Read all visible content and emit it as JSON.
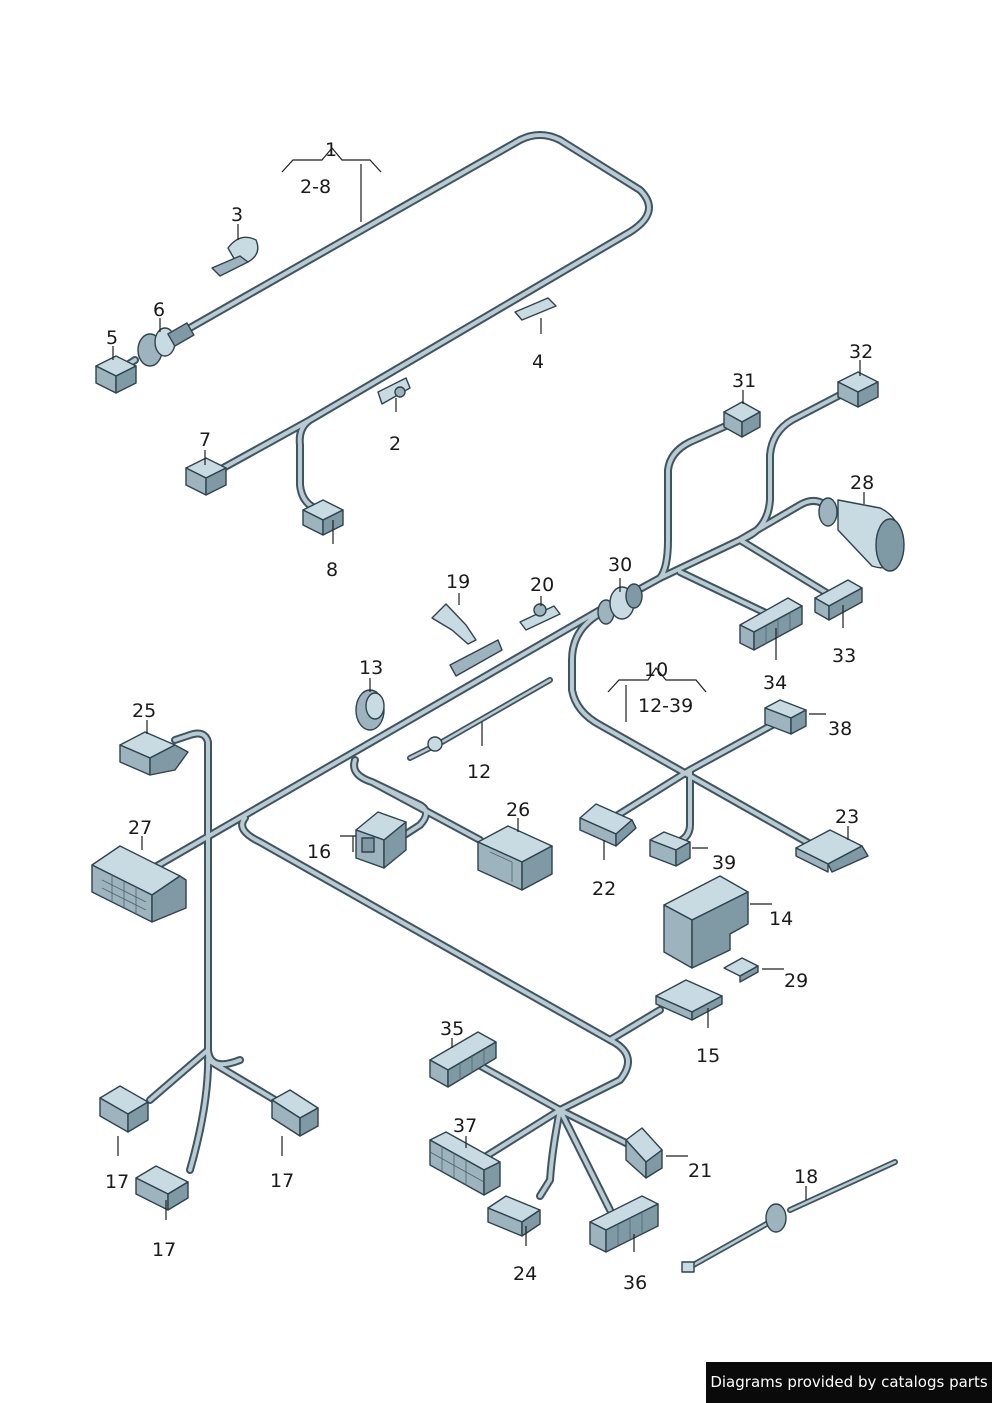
{
  "labels": {
    "l1": "1",
    "l2_8": "2-8",
    "l2": "2",
    "l3": "3",
    "l4": "4",
    "l5": "5",
    "l6": "6",
    "l7": "7",
    "l8": "8",
    "l10": "10",
    "l12_39": "12-39",
    "l12": "12",
    "l13": "13",
    "l14": "14",
    "l15": "15",
    "l16": "16",
    "l17a": "17",
    "l17b": "17",
    "l17c": "17",
    "l18": "18",
    "l19": "19",
    "l20": "20",
    "l21": "21",
    "l22": "22",
    "l23": "23",
    "l24": "24",
    "l25": "25",
    "l26": "26",
    "l27": "27",
    "l28": "28",
    "l29": "29",
    "l30": "30",
    "l31": "31",
    "l32": "32",
    "l33": "33",
    "l34": "34",
    "l35": "35",
    "l36": "36",
    "l37": "37",
    "l38": "38",
    "l39": "39"
  },
  "credit": "Diagrams provided by catalogs parts",
  "colors": {
    "wire_outline": "#3e5560",
    "wire_fill": "#b8cbd3",
    "part_face": "#c9dbe2",
    "part_shadow": "#7f99a5"
  }
}
